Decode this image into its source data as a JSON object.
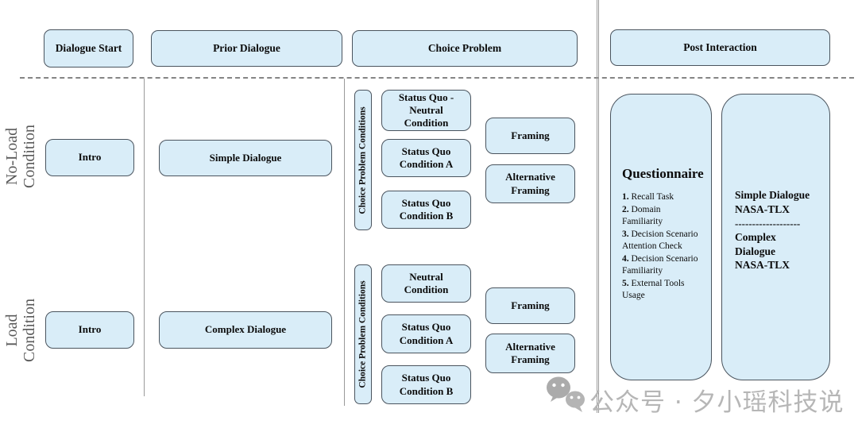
{
  "phases": {
    "dialogue_start": "Dialogue Start",
    "prior_dialogue": "Prior Dialogue",
    "choice_problem": "Choice Problem",
    "post_interaction": "Post Interaction"
  },
  "rows": {
    "no_load": {
      "label": "No-Load Condition",
      "intro": "Intro",
      "dialogue": "Simple Dialogue",
      "choice_conditions_label": "Choice Problem Conditions",
      "conditions": [
        "Status Quo - Neutral Condition",
        "Status Quo Condition A",
        "Status Quo Condition B"
      ],
      "framing": "Framing",
      "alternative_framing": "Alternative Framing"
    },
    "load": {
      "label": "Load Condition",
      "intro": "Intro",
      "dialogue": "Complex Dialogue",
      "choice_conditions_label": "Choice Problem Conditions",
      "conditions": [
        "Neutral Condition",
        "Status Quo Condition A",
        "Status Quo Condition B"
      ],
      "framing": "Framing",
      "alternative_framing": "Alternative Framing"
    }
  },
  "post_interaction": {
    "questionnaire": {
      "title": "Questionnaire",
      "items": [
        {
          "num": "1.",
          "text": " Recall Task"
        },
        {
          "num": "2.",
          "text": " Domain Familiarity"
        },
        {
          "num": "3.",
          "text": " Decision Scenario Attention Check"
        },
        {
          "num": "4.",
          "text": " Decision Scenario Familiarity"
        },
        {
          "num": "5.",
          "text": " External Tools Usage"
        }
      ]
    },
    "nasa_tlx": {
      "simple_label": "Simple Dialogue",
      "simple_metric": "NASA-TLX",
      "divider": "-------------------",
      "complex_label": "Complex Dialogue",
      "complex_metric": "NASA-TLX"
    }
  },
  "watermark": {
    "icon": "wechat-icon",
    "text": "公众号 · 夕小瑶科技说"
  },
  "colors": {
    "box_fill": "#d9edf8",
    "box_border": "#4a545e",
    "divider_gray": "#858585",
    "line_gray": "#9a9a9a",
    "row_label_gray": "#5a5a5a",
    "watermark_gray": "#b6b6b6"
  }
}
